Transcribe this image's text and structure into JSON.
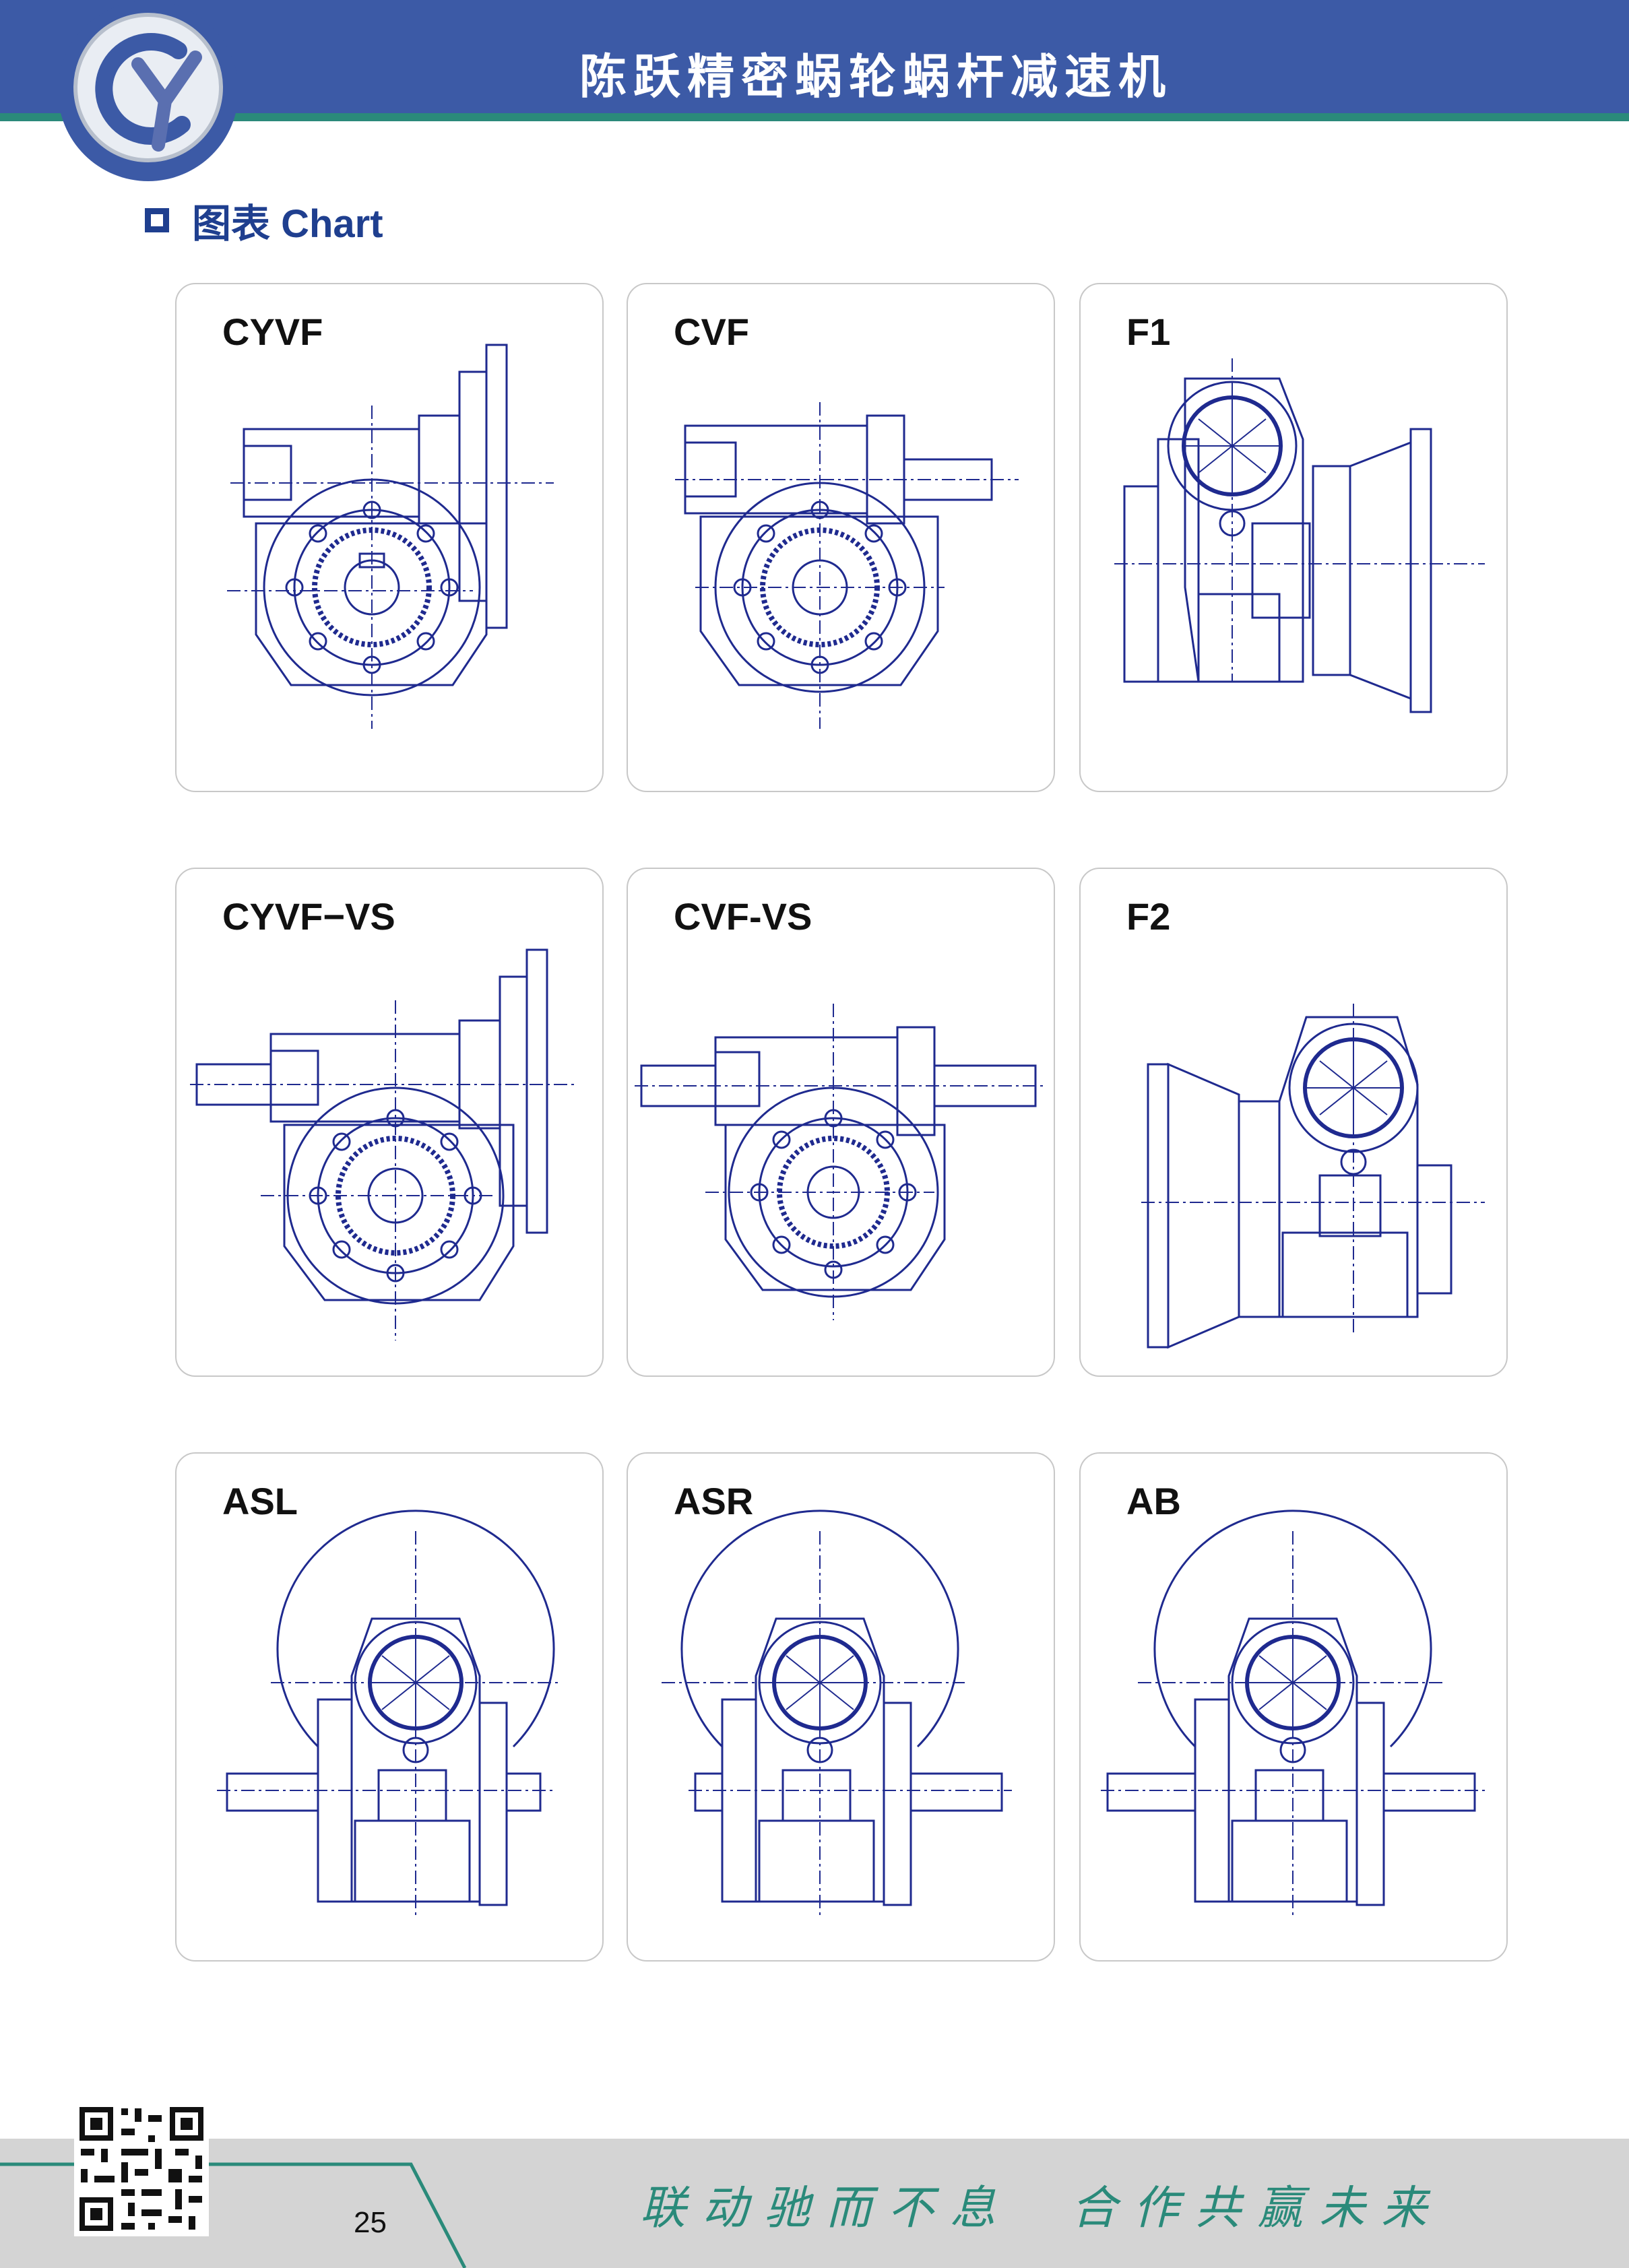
{
  "header": {
    "title": "陈跃精密蜗轮蜗杆减速机"
  },
  "section": {
    "icon": "square-bullet-icon",
    "label": "图表 Chart"
  },
  "panels": [
    {
      "label": "CYVF"
    },
    {
      "label": "CVF"
    },
    {
      "label": "F1"
    },
    {
      "label": "CYVF−VS"
    },
    {
      "label": "CVF-VS"
    },
    {
      "label": "F2"
    },
    {
      "label": "ASL"
    },
    {
      "label": "ASR"
    },
    {
      "label": "AB"
    }
  ],
  "footer": {
    "slogan_left": "联动驰而不息",
    "slogan_right": "合作共赢未来",
    "page_number": "25"
  },
  "colors": {
    "brand_blue": "#3c5aa6",
    "teal": "#2a8a7a",
    "drawing_line": "#1f2a8f"
  }
}
